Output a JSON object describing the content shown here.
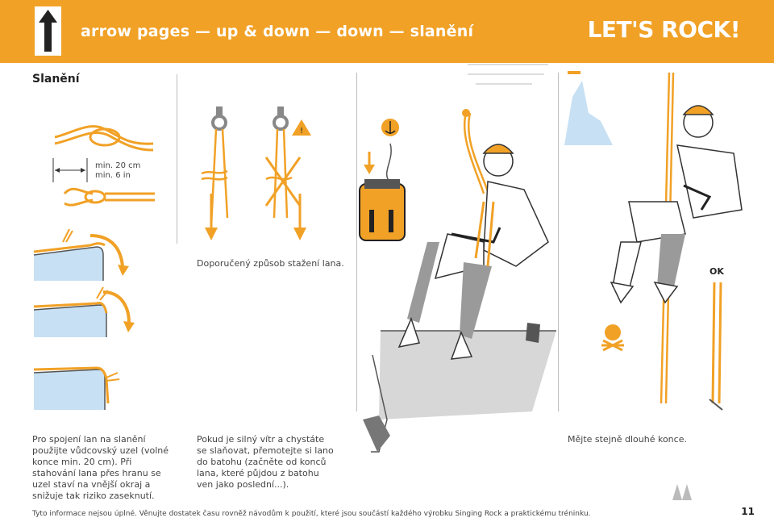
{
  "header": {
    "title": "arrow pages — up & down — down — slanění",
    "brand": "LET'S ROCK!"
  },
  "section_title": "Slanění",
  "measure": {
    "line1": "min. 20 cm",
    "line2": "min. 6 in"
  },
  "recommended_caption": "Doporučený způsob stažení lana.",
  "columns": {
    "col1": "Pro spojení lan na slanění použijte vůdcovský uzel (volné konce min. 20 cm). Při stahování lana přes hranu se uzel staví na vnější okraj a snižuje tak riziko zaseknutí.",
    "col2": "Pokud je silný vítr a chystáte se slaňovat, přemotejte si lano do batohu (začněte od konců lana, které půjdou z batohu ven jako poslední...).",
    "col3": "Mějte stejně dlouhé konce."
  },
  "ok_badge": "OK",
  "footer": "Tyto informace nejsou úplné. Věnujte dostatek času rovněž návodům k použití, které jsou součástí každého výrobku Singing Rock a praktickému tréninku.",
  "page_number": "11",
  "colors": {
    "accent": "#f1a126",
    "rope": "#f1a126",
    "ice": "#c7e0f4",
    "rock": "#9a9a9a"
  }
}
